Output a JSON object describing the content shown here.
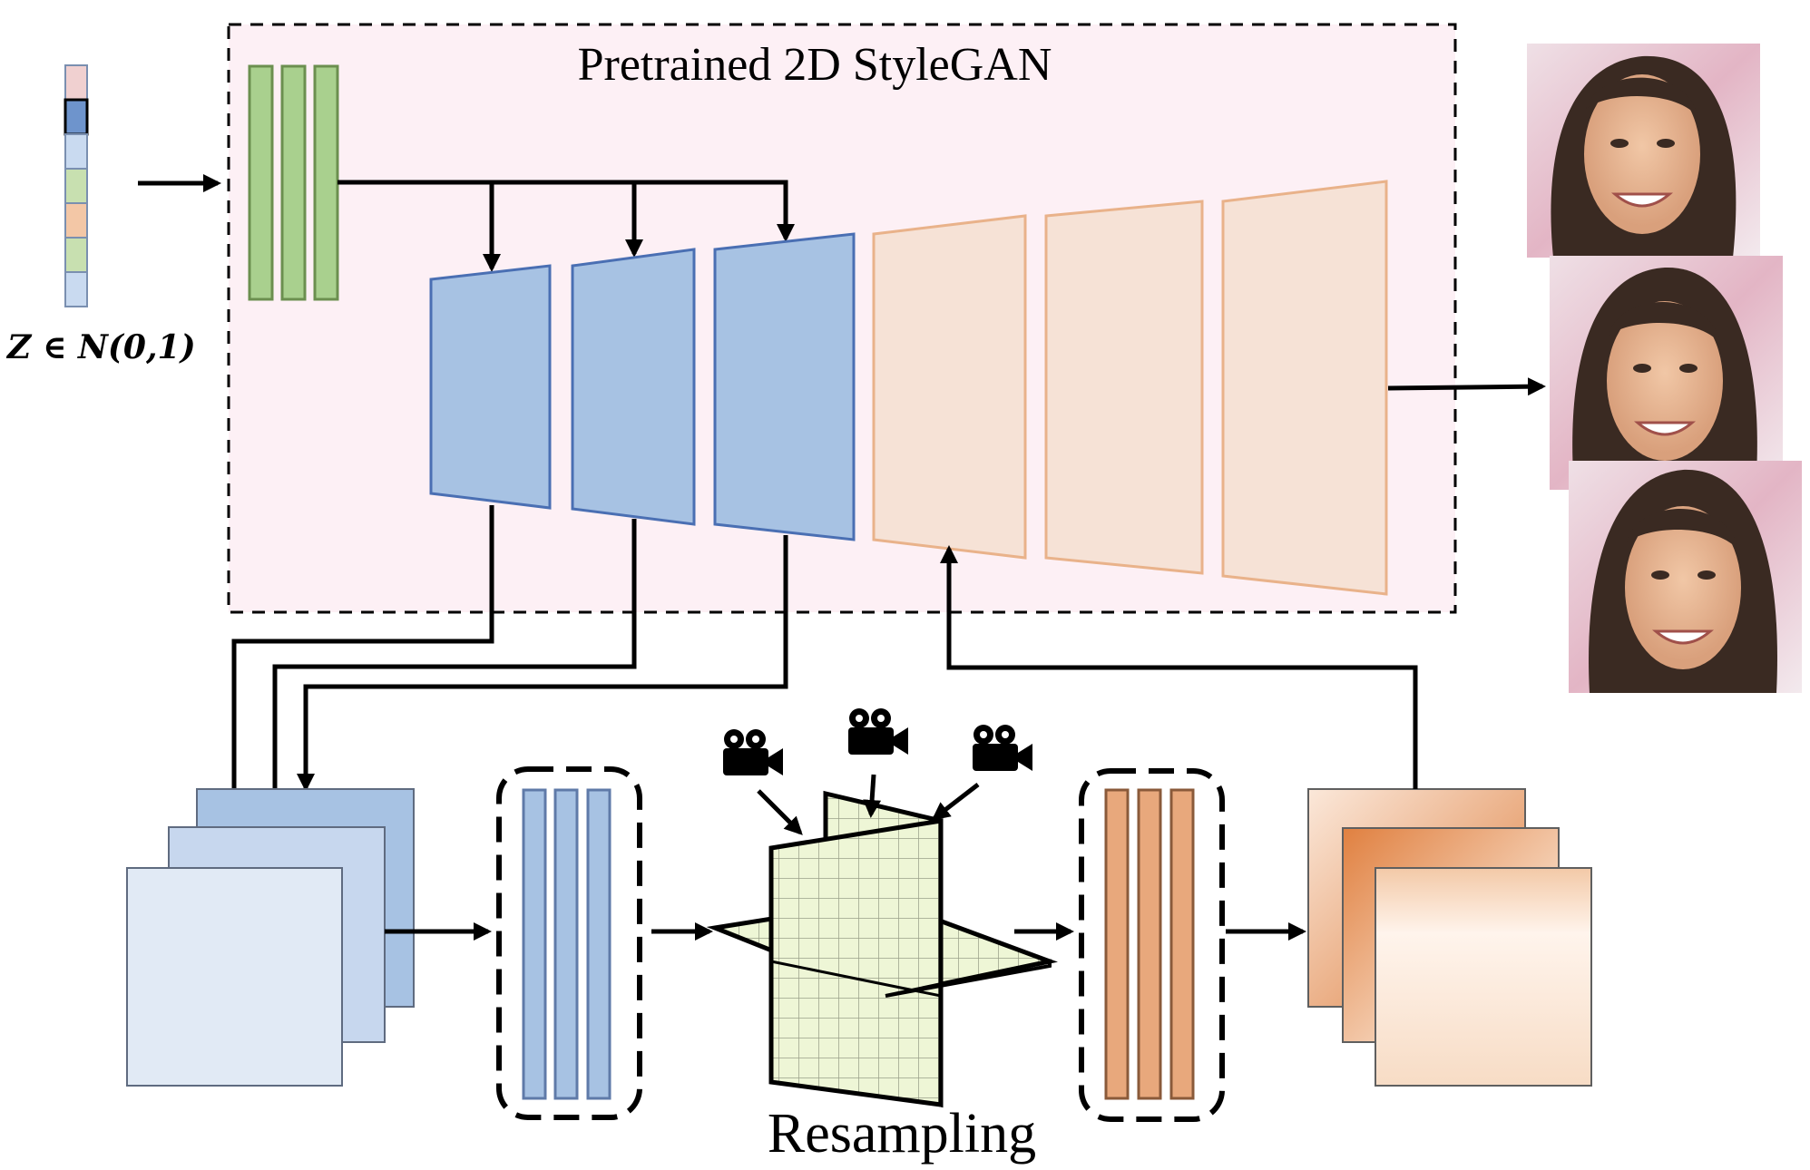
{
  "title": "Pretrained 2D StyleGAN",
  "latent_label": "Z ∈ N(0,1)",
  "resampling_label": "Resampling",
  "colors": {
    "green": "#a9d08e",
    "blue": "#a7c2e3",
    "blue_stroke": "#4a6fb3",
    "orange": "#f6e2d6",
    "orange_stroke": "#e9b28a",
    "pink_box": "#fdf0f5",
    "plane": "#f0f8dd"
  },
  "icons": [
    "movie-camera-icon",
    "movie-camera-icon",
    "movie-camera-icon"
  ],
  "faces": [
    "face-portrait",
    "face-portrait",
    "face-portrait"
  ]
}
